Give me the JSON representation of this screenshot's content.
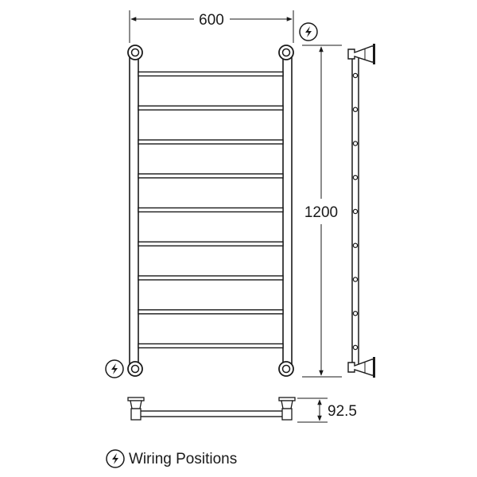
{
  "dimensions": {
    "width": "600",
    "height": "1200",
    "depth": "92.5"
  },
  "legend": {
    "label": "Wiring Positions",
    "icon": "lightning-circle-icon"
  },
  "rail_count": 9
}
